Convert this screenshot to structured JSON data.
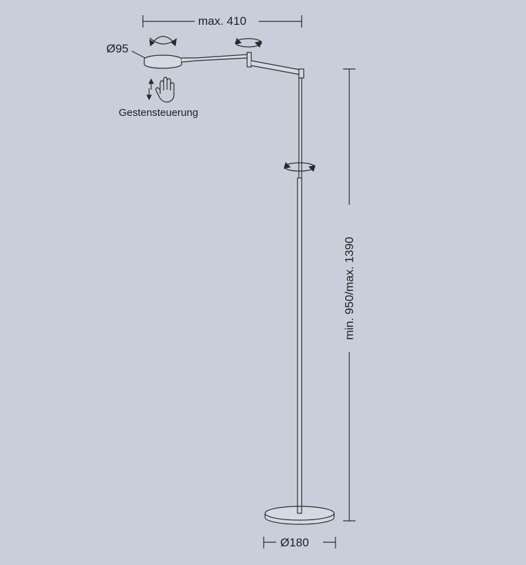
{
  "dimensions": {
    "max_reach": "max. 410",
    "head_diameter": "Ø95",
    "height_range": "min. 950/max. 1390",
    "base_diameter": "Ø180"
  },
  "features": {
    "gesture_control": "Gestensteuerung"
  },
  "icons": {
    "tilt": "tilt-arrows-icon",
    "rotate": "rotate-arrow-icon",
    "gesture": "hand-gesture-icon",
    "updown": "up-down-arrows-icon"
  },
  "colors": {
    "background": "#c8cfdb",
    "line": "#2a2a2a"
  }
}
